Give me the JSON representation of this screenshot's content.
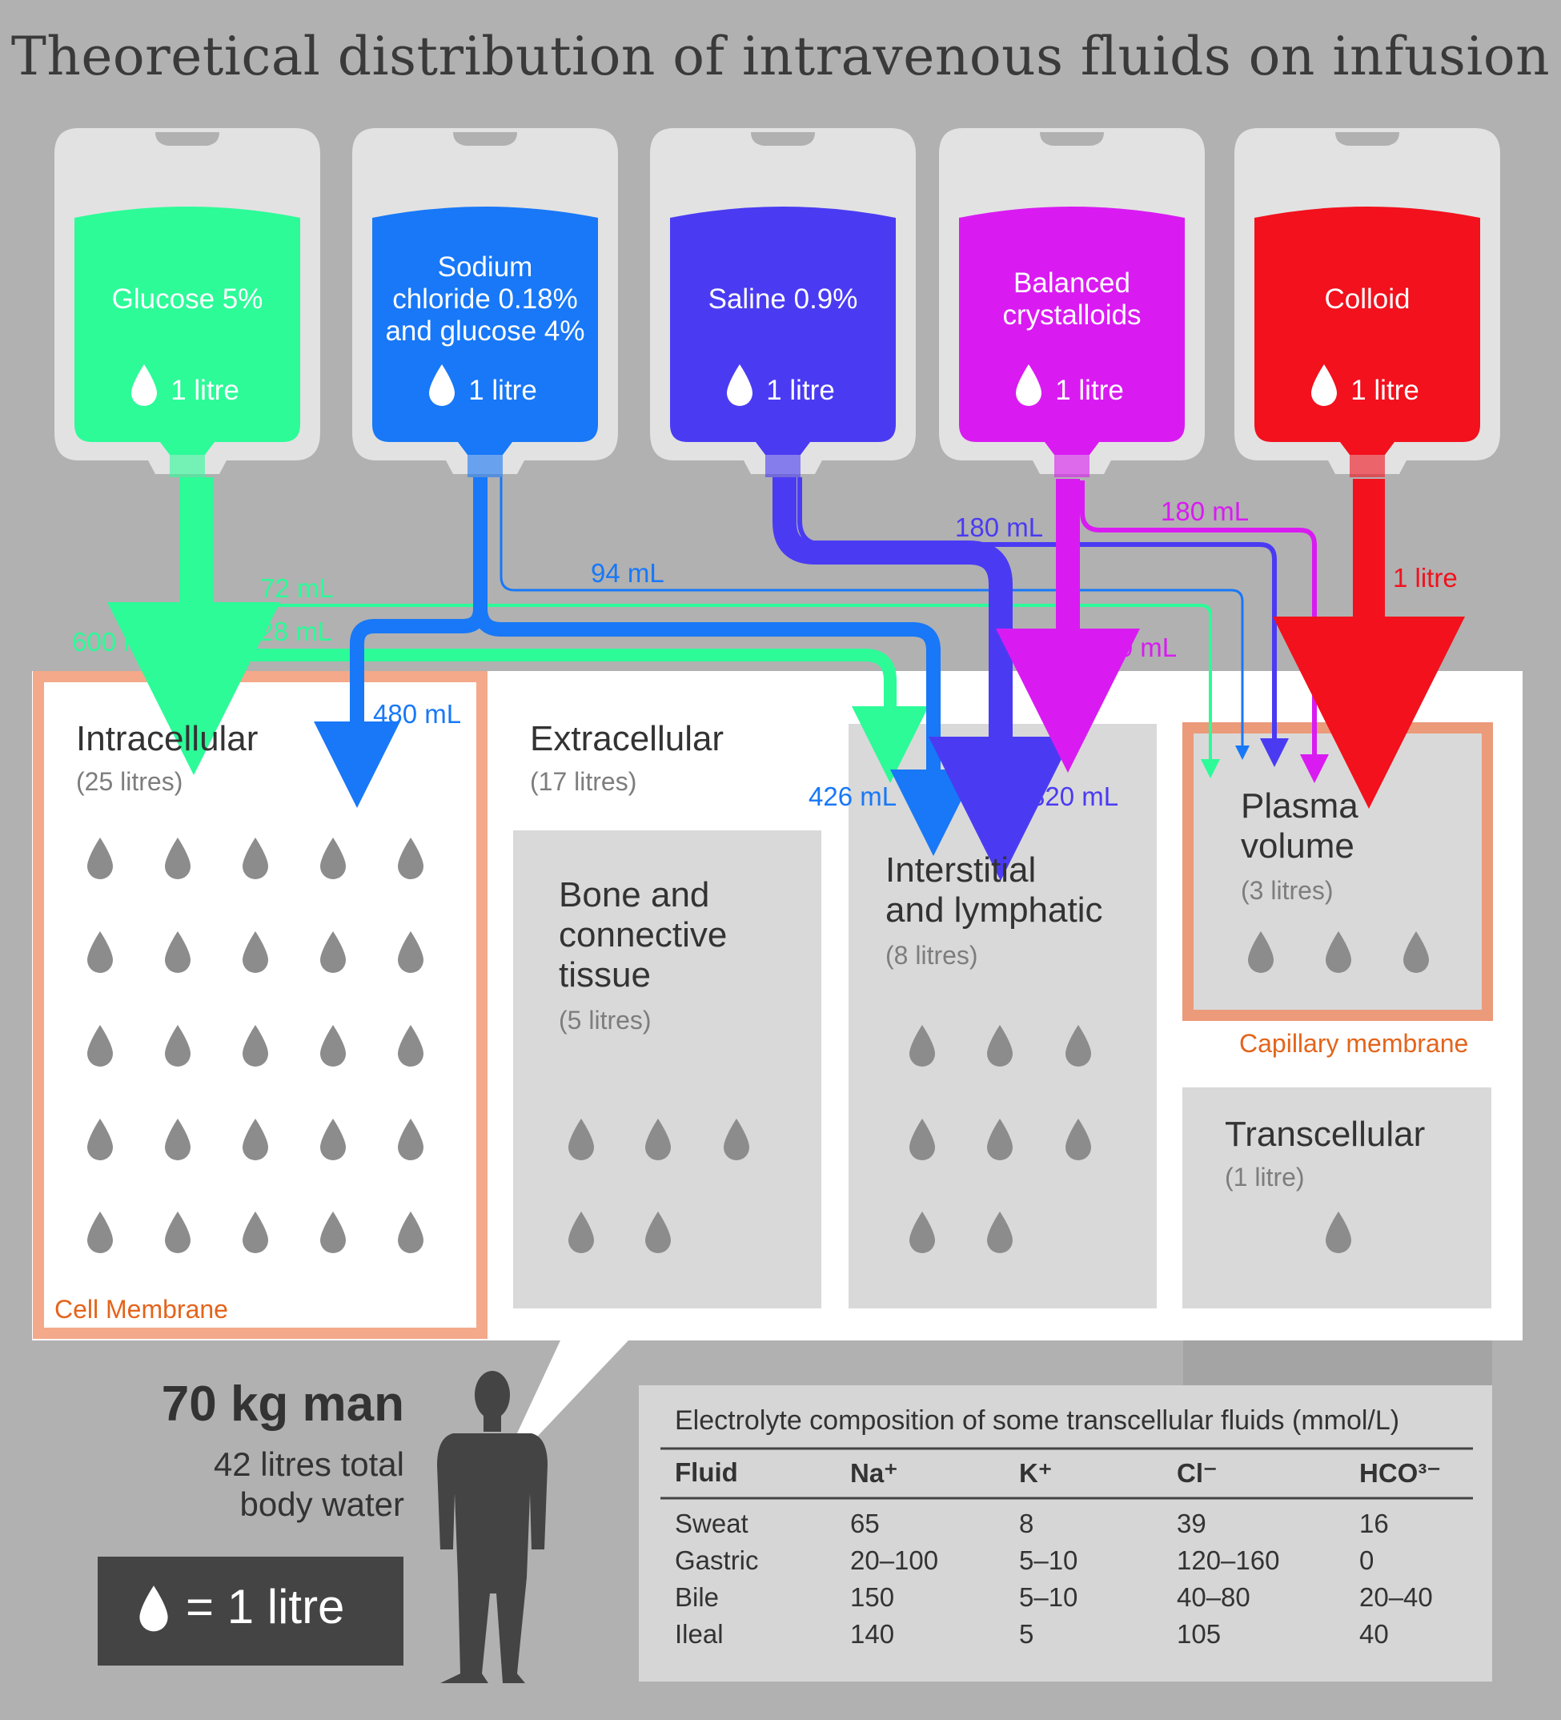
{
  "title": "Theoretical distribution of intravenous fluids on infusion",
  "colors": {
    "glucose": "#2cfb98",
    "sodium_chloride_glucose": "#1878f7",
    "saline": "#4a3bf3",
    "balanced": "#d91bf2",
    "colloid": "#f2111d",
    "membrane": "#f4a98a",
    "membrane_text": "#e4641c",
    "background": "#b1b1b1"
  },
  "bags": [
    {
      "name_lines": [
        "Glucose 5%"
      ],
      "volume": "1 litre"
    },
    {
      "name_lines": [
        "Sodium",
        "chloride 0.18%",
        "and glucose 4%"
      ],
      "volume": "1 litre"
    },
    {
      "name_lines": [
        "Saline 0.9%"
      ],
      "volume": "1 litre"
    },
    {
      "name_lines": [
        "Balanced",
        "crystalloids"
      ],
      "volume": "1 litre"
    },
    {
      "name_lines": [
        "Colloid"
      ],
      "volume": "1 litre"
    }
  ],
  "flows": {
    "glucose_intracellular": "600 mL",
    "glucose_plasma": "72 mL",
    "glucose_interstitial": "328 mL",
    "nacl_intracellular": "480 mL",
    "nacl_plasma": "94 mL",
    "nacl_interstitial": "426 mL",
    "saline_plasma": "180 mL",
    "saline_interstitial": "820 mL",
    "balanced_plasma": "180 mL",
    "balanced_interstitial": "820 mL",
    "colloid_plasma": "1 litre"
  },
  "compartments": {
    "intracellular": {
      "title": "Intracellular",
      "sub": "(25 litres)",
      "drops": 25
    },
    "extracellular": {
      "title": "Extracellular",
      "sub": "(17 litres)"
    },
    "bone": {
      "title_lines": [
        "Bone and",
        "connective",
        "tissue"
      ],
      "sub": "(5 litres)",
      "drops": 5
    },
    "interstitial": {
      "title_lines": [
        "Interstitial",
        "and lymphatic"
      ],
      "sub": "(8 litres)",
      "drops": 8
    },
    "plasma": {
      "title_lines": [
        "Plasma",
        "volume"
      ],
      "sub": "(3 litres)",
      "drops": 3
    },
    "transcellular": {
      "title": "Transcellular",
      "sub": "(1 litre)",
      "drops": 1
    }
  },
  "membranes": {
    "cell": "Cell Membrane",
    "capillary": "Capillary membrane"
  },
  "man": {
    "title": "70 kg man",
    "sub_lines": [
      "42 litres total",
      "body water"
    ]
  },
  "legend": {
    "text": "= 1 litre"
  },
  "table": {
    "title": "Electrolyte composition of some transcellular fluids (mmol/L)",
    "headers": [
      "Fluid",
      "Na⁺",
      "K⁺",
      "Cl⁻",
      "HCO³⁻"
    ],
    "rows": [
      [
        "Sweat",
        "65",
        "8",
        "39",
        "16"
      ],
      [
        "Gastric",
        "20–100",
        "5–10",
        "120–160",
        "0"
      ],
      [
        "Bile",
        "150",
        "5–10",
        "40–80",
        "20–40"
      ],
      [
        "Ileal",
        "140",
        "5",
        "105",
        "40"
      ]
    ]
  }
}
